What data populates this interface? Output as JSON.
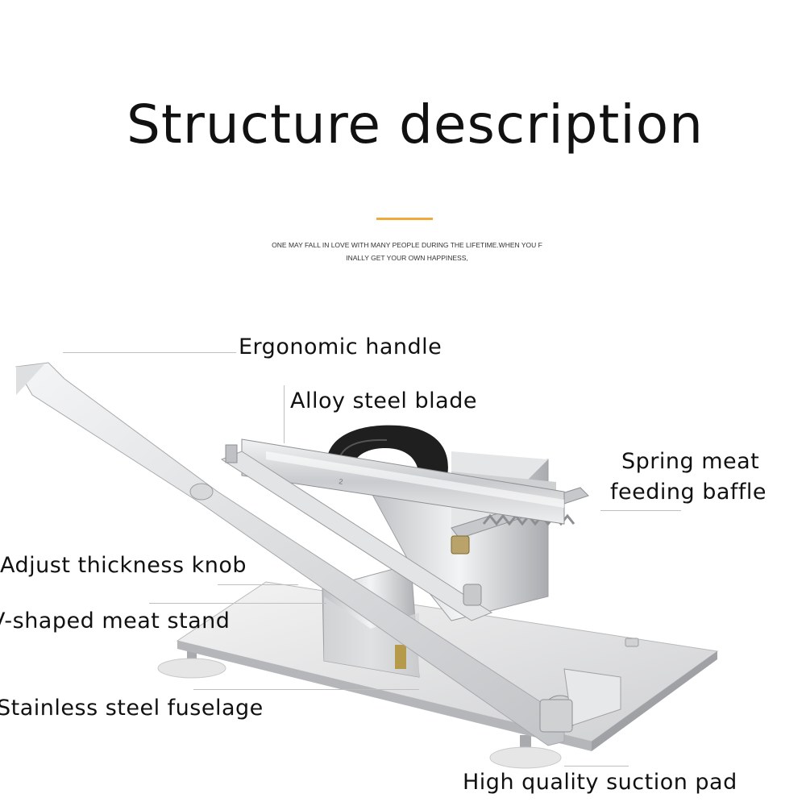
{
  "header": {
    "title": "Structure description",
    "tagline_line1": "ONE MAY FALL IN LOVE WITH MANY PEOPLE DURING THE LIFETIME.WHEN YOU F",
    "tagline_line2": "INALLY GET YOUR OWN HAPPINESS,",
    "accent_color": "#f0a93b"
  },
  "callouts": {
    "handle": "Ergonomic handle",
    "blade": "Alloy steel blade",
    "baffle_line1": "Spring meat",
    "baffle_line2": "feeding baffle",
    "knob": "Adjust thickness knob",
    "stand": "V-shaped meat stand",
    "fuselage": "Stainless steel fuselage",
    "suction": "High quality suction pad"
  },
  "product": {
    "name": "meat-slicer",
    "knob_color": "#1a1a1a",
    "steel_color": "#d9dadc"
  }
}
